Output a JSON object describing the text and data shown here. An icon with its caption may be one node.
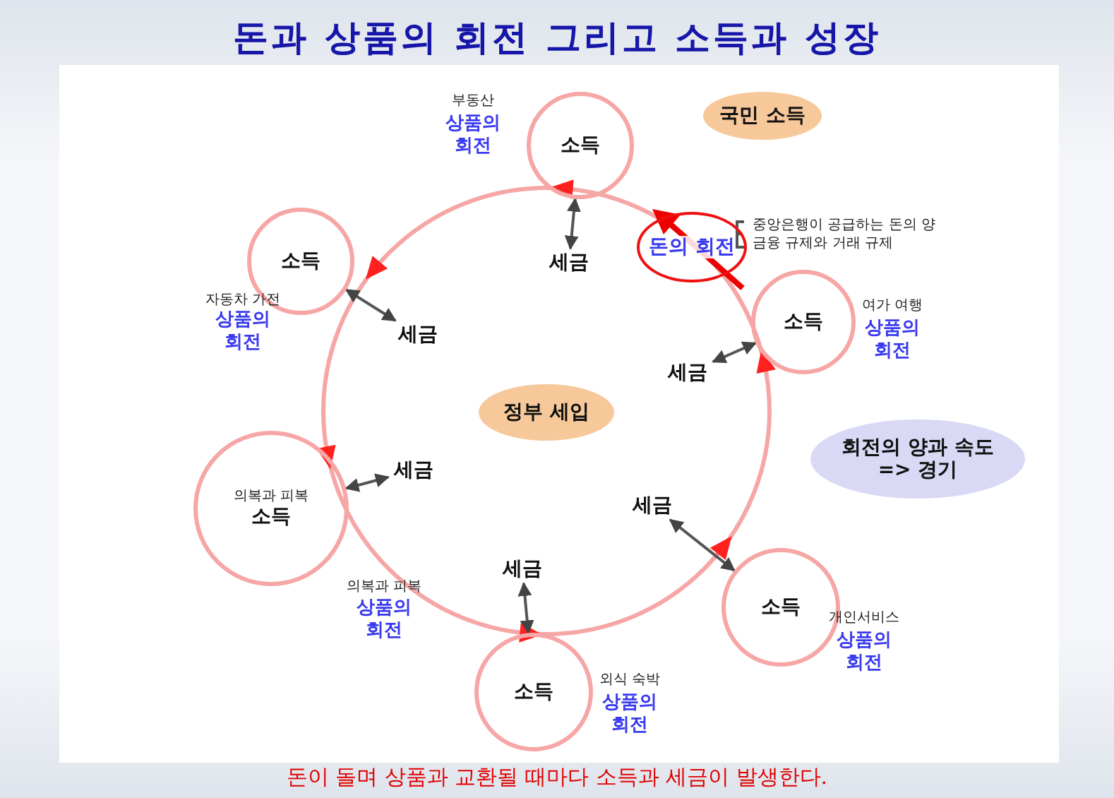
{
  "diagram": {
    "title": "돈과 상품의 회전 그리고 소득과 성장",
    "caption": "돈이 돌며 상품과 교환될 때마다 소득과 세금이 발생한다.",
    "nodes": [
      {
        "text": [
          "국민 소득"
        ]
      },
      {
        "text": [
          "소득"
        ],
        "beside": [
          "부동산",
          "상품의 회전"
        ]
      },
      {
        "text": [
          "세금"
        ]
      },
      {
        "text": [
          "돈의 회전"
        ]
      },
      {
        "text": [
          "중앙은행이 공급하는 돈의 양",
          "금융 규제와 거래 규제"
        ]
      },
      {
        "text": [
          "소득"
        ],
        "beside": [
          "자동차 가전",
          "상품의 회전"
        ]
      },
      {
        "text": [
          "세금"
        ]
      },
      {
        "text": [
          "소득"
        ],
        "beside": [
          "여가 여행",
          "상품의 회전"
        ]
      },
      {
        "text": [
          "세금"
        ]
      },
      {
        "text": [
          "정부 세입"
        ]
      },
      {
        "text": [
          "회전의 양과 속도 => 경기"
        ]
      },
      {
        "text": [
          "세금"
        ]
      },
      {
        "text": [
          "의복과 피복",
          "소득"
        ],
        "beside": [
          "의복과 피복",
          "상품의 회전"
        ]
      },
      {
        "text": [
          "세금"
        ]
      },
      {
        "text": [
          "세금"
        ]
      },
      {
        "text": [
          "소득"
        ],
        "beside": [
          "개인서비스",
          "상품의 회전"
        ]
      },
      {
        "text": [
          "소득"
        ],
        "beside": [
          "외식 숙박",
          "상품의 회전"
        ]
      }
    ],
    "edges": [
      {
        "from": 2,
        "to": 1,
        "arrow": "both"
      },
      {
        "from": 4,
        "to": 3,
        "arrow": "none"
      },
      {
        "from": 6,
        "to": 5,
        "arrow": "both"
      },
      {
        "from": 8,
        "to": 7,
        "arrow": "both"
      },
      {
        "from": 11,
        "to": 12,
        "arrow": "both"
      },
      {
        "from": 13,
        "to": 15,
        "arrow": "both"
      },
      {
        "from": 14,
        "to": 16,
        "arrow": "both"
      }
    ]
  }
}
